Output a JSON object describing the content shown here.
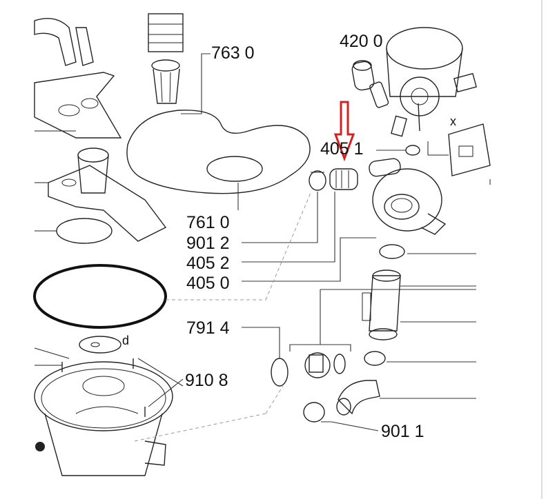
{
  "diagram": {
    "part_labels": {
      "p7630": "763 0",
      "p4200": "420 0",
      "p4051": "405 1",
      "p7610": "761 0",
      "p9012": "901 2",
      "p4052": "405 2",
      "p4050": "405 0",
      "p7914": "791 4",
      "p9108": "910 8",
      "p9011": "901 1"
    },
    "marker_labels": {
      "x": "x",
      "d": "d"
    },
    "highlight": {
      "icon": "down-arrow-icon",
      "color": "#d42020",
      "target": "405 2"
    },
    "line_color": "#222222"
  }
}
